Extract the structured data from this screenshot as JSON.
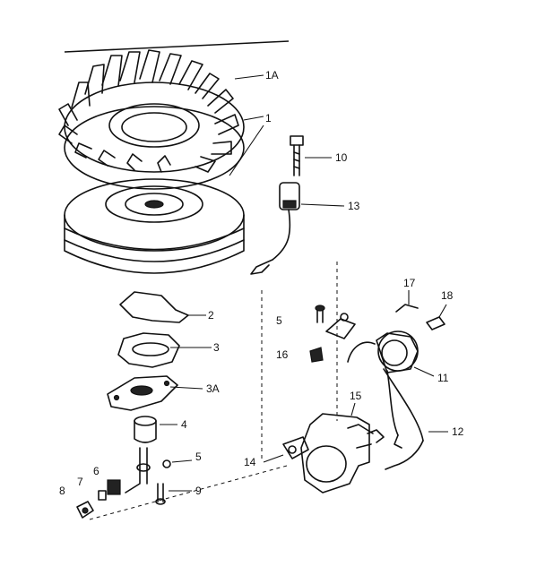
{
  "labels": {
    "l1A": "1A",
    "l1": "1",
    "l10": "10",
    "l13": "13",
    "l2": "2",
    "l3": "3",
    "l3A": "3A",
    "l4": "4",
    "l5a": "5",
    "l5b": "5",
    "l9": "9",
    "l14": "14",
    "l15": "15",
    "l16": "16",
    "l17": "17",
    "l18": "18",
    "l11": "11",
    "l12": "12",
    "l6": "6",
    "l7": "7",
    "l8": "8"
  }
}
